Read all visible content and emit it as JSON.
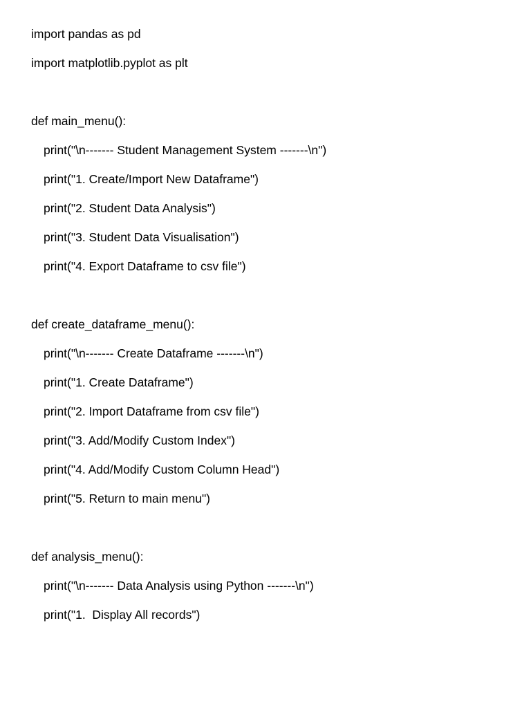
{
  "document": {
    "lines": [
      {
        "text": "import pandas as pd",
        "indent": 0
      },
      {
        "text": "import matplotlib.pyplot as plt",
        "indent": 0
      },
      {
        "text": "",
        "indent": 0
      },
      {
        "text": "def main_menu():",
        "indent": 0
      },
      {
        "text": "print(\"\\n------- Student Management System -------\\n\")",
        "indent": 1
      },
      {
        "text": "print(\"1. Create/Import New Dataframe\")",
        "indent": 1
      },
      {
        "text": "print(\"2. Student Data Analysis\")",
        "indent": 1
      },
      {
        "text": "print(\"3. Student Data Visualisation\")",
        "indent": 1
      },
      {
        "text": "print(\"4. Export Dataframe to csv file\")",
        "indent": 1
      },
      {
        "text": "",
        "indent": 0
      },
      {
        "text": "def create_dataframe_menu():",
        "indent": 0
      },
      {
        "text": "print(\"\\n------- Create Dataframe -------\\n\")",
        "indent": 1
      },
      {
        "text": "print(\"1. Create Dataframe\")",
        "indent": 1
      },
      {
        "text": "print(\"2. Import Dataframe from csv file\")",
        "indent": 1
      },
      {
        "text": "print(\"3. Add/Modify Custom Index\")",
        "indent": 1
      },
      {
        "text": "print(\"4. Add/Modify Custom Column Head\")",
        "indent": 1
      },
      {
        "text": "print(\"5. Return to main menu\")",
        "indent": 1
      },
      {
        "text": "",
        "indent": 0
      },
      {
        "text": "def analysis_menu():",
        "indent": 0
      },
      {
        "text": "print(\"\\n------- Data Analysis using Python -------\\n\")",
        "indent": 1
      },
      {
        "text": "print(\"1.  Display All records\")",
        "indent": 1
      }
    ]
  }
}
